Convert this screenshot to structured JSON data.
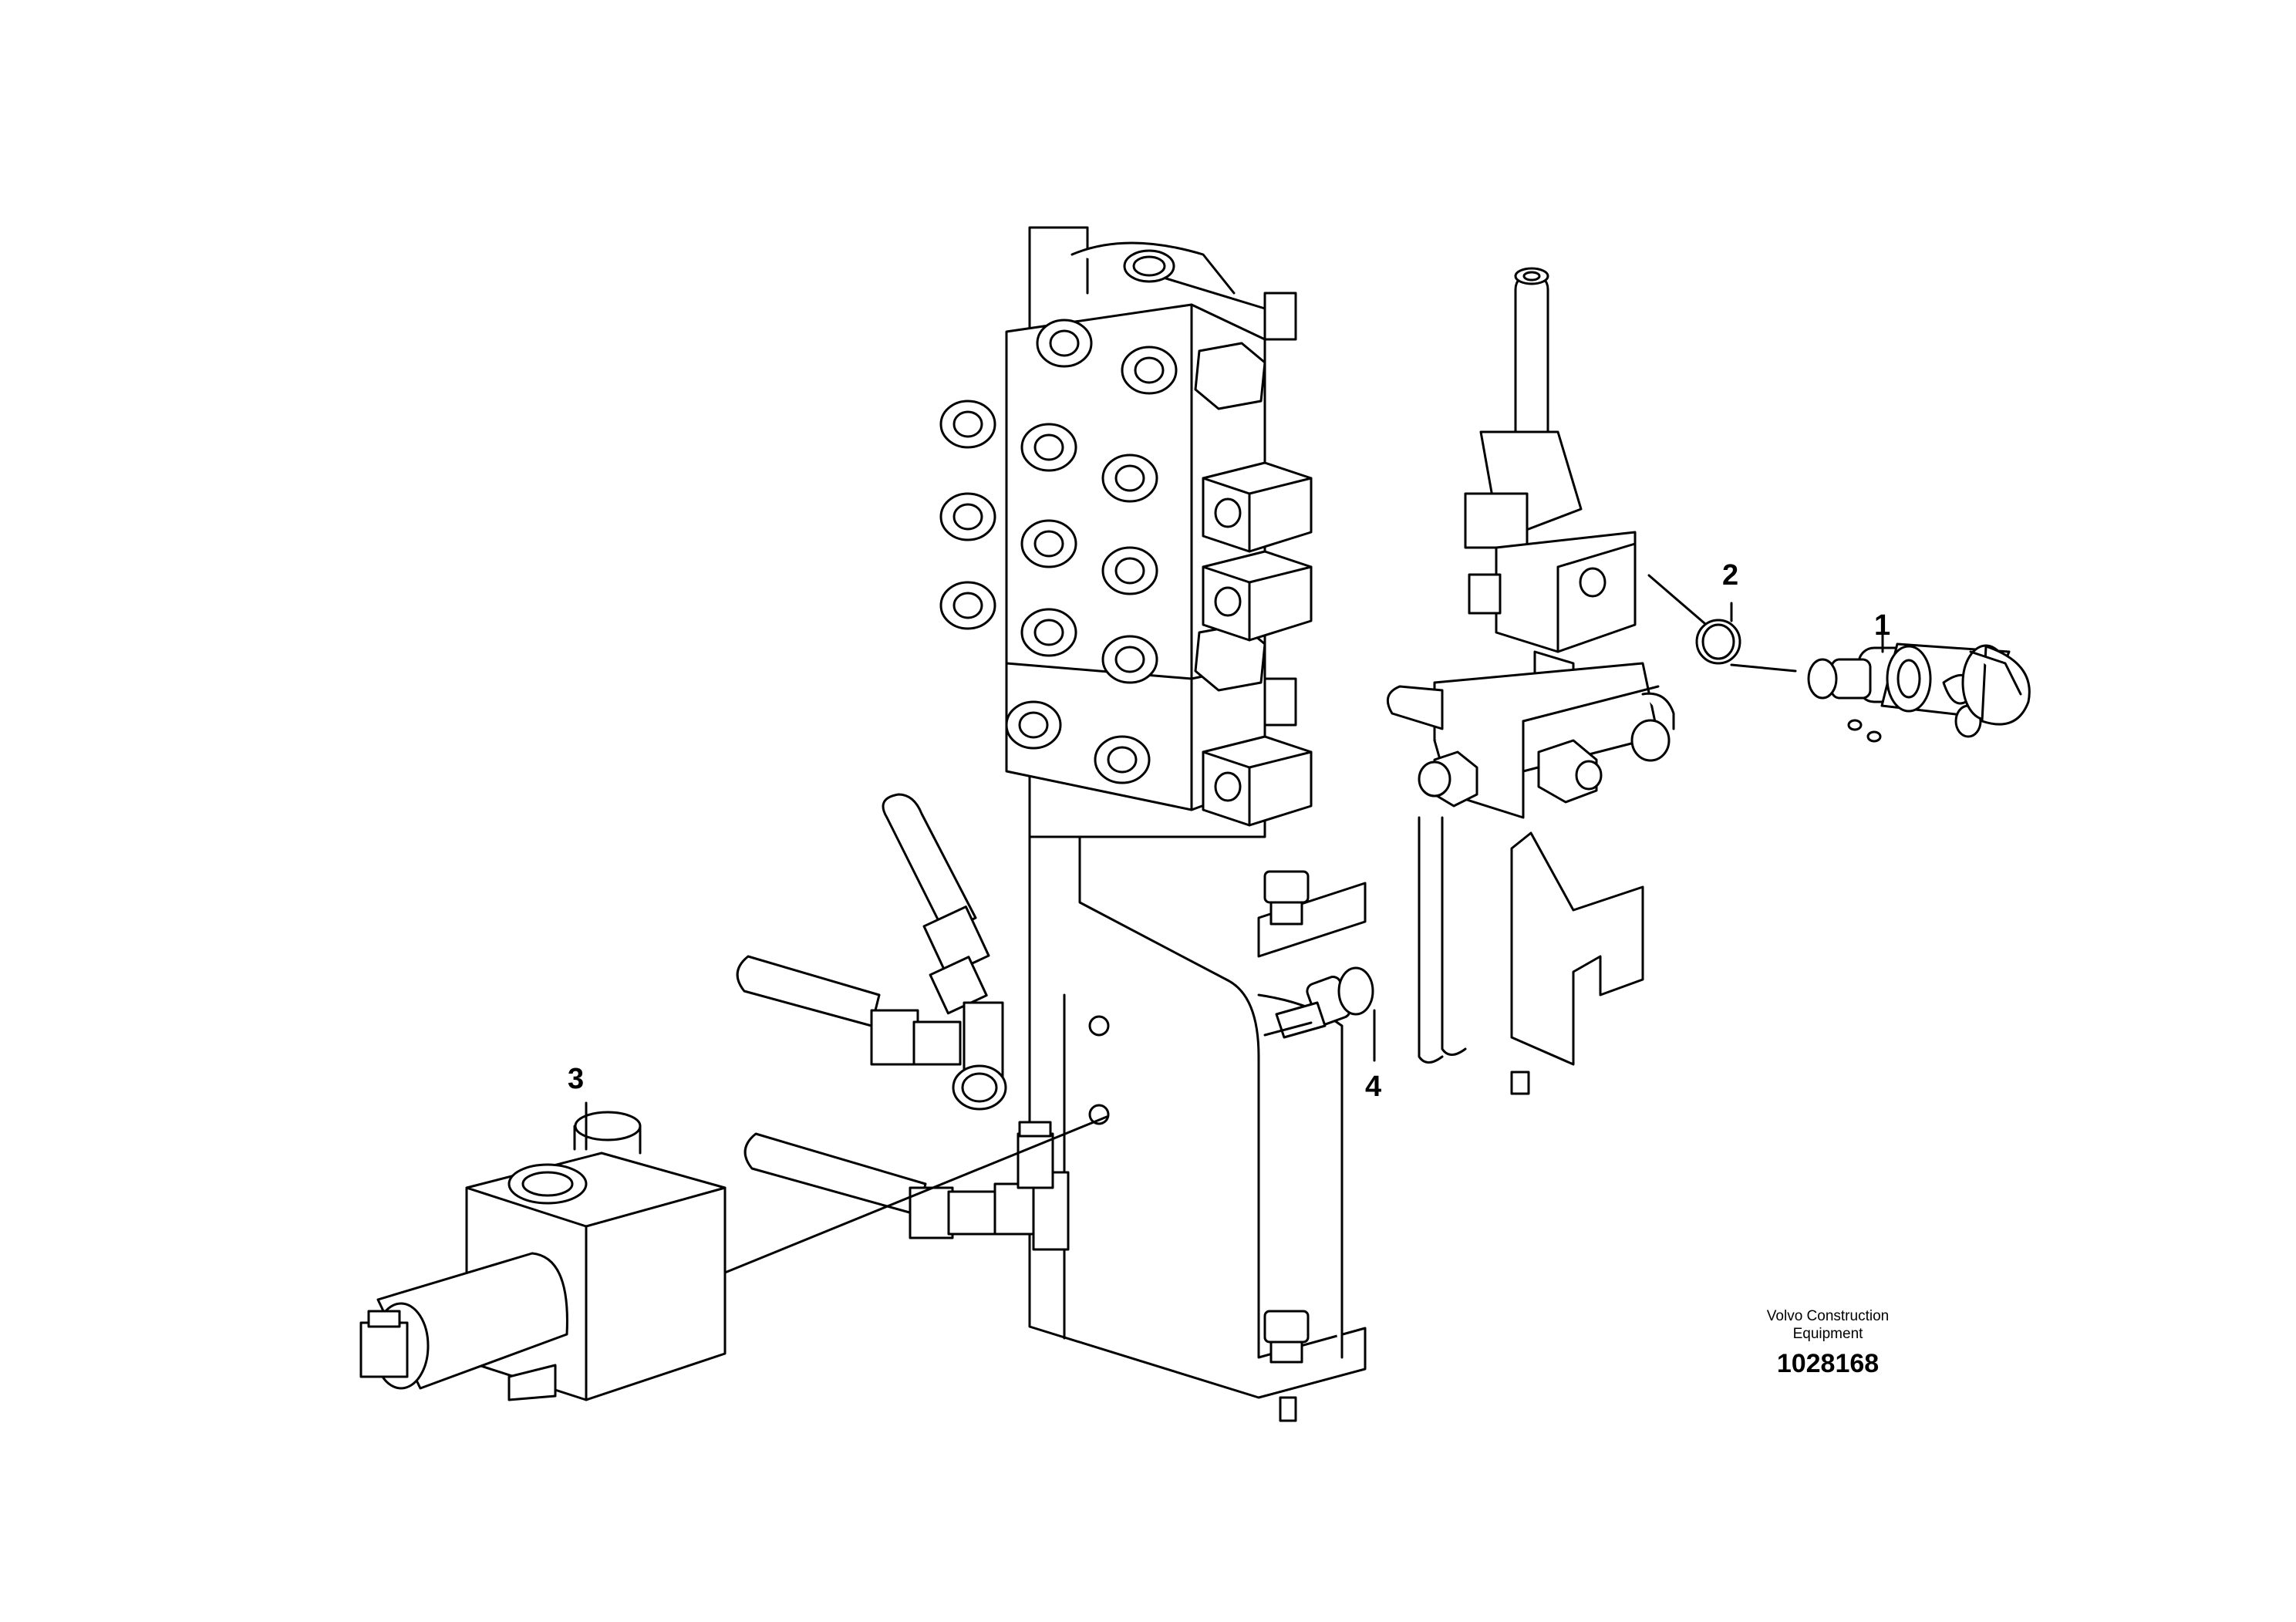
{
  "callouts": [
    {
      "id": "1",
      "label": "1"
    },
    {
      "id": "2",
      "label": "2"
    },
    {
      "id": "3",
      "label": "3"
    },
    {
      "id": "4",
      "label": "4"
    }
  ],
  "caption": {
    "line1": "Volvo Construction",
    "line2": "Equipment",
    "number": "1028168"
  }
}
